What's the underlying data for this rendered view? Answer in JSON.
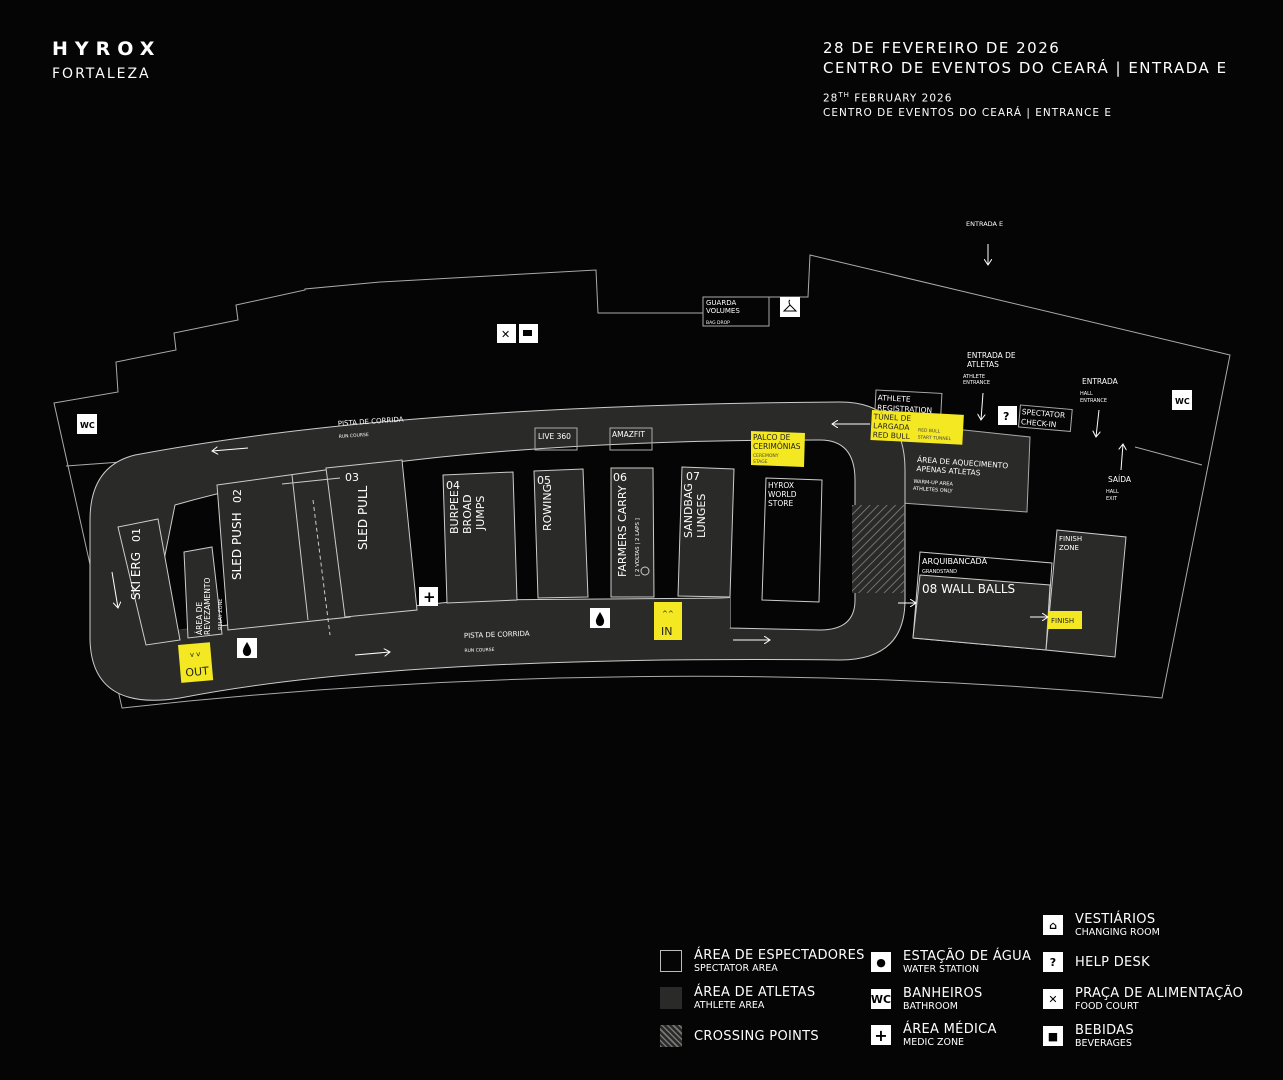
{
  "header": {
    "brand": "HYROX",
    "city": "FORTALEZA",
    "date_pt": "28 DE FEVEREIRO DE 2026",
    "venue_pt": "CENTRO DE EVENTOS DO CEARÁ | ENTRADA E",
    "date_en_day": "28",
    "date_en_suffix": "TH",
    "date_en_rest": " FEBRUARY 2026",
    "venue_en": "CENTRO DE EVENTOS DO CEARÁ | ENTRANCE E"
  },
  "map": {
    "entrada_e": "ENTRADA E",
    "bag_drop": {
      "pt1": "GUARDA",
      "pt2": "VOLUMES",
      "en": "BAG DROP"
    },
    "athlete_entrance": {
      "pt1": "ENTRADA DE",
      "pt2": "ATLETAS",
      "en1": "ATHLETE",
      "en2": "ENTRANCE"
    },
    "hall_entrance": {
      "pt": "ENTRADA",
      "en1": "HALL",
      "en2": "ENTRANCE"
    },
    "hall_exit": {
      "pt": "SAÍDA",
      "en1": "HALL",
      "en2": "EXIT"
    },
    "spectator_checkin": {
      "l1": "SPECTATOR",
      "l2": "CHECK-IN"
    },
    "athlete_registration": {
      "l1": "ATHLETE",
      "l2": "REGISTRATION"
    },
    "start_tunnel": {
      "pt1": "TÚNEL DE",
      "pt2": "LARGADA",
      "pt3": "RED BULL",
      "en1": "RED BULL",
      "en2": "START TUNNEL"
    },
    "warmup": {
      "pt1": "ÁREA DE AQUECIMENTO",
      "pt2": "APENAS ATLETAS",
      "en1": "WARM-UP AREA",
      "en2": "ATHLETES ONLY"
    },
    "run_course": {
      "pt": "PISTA DE CORRIDA",
      "en": "RUN COURSE"
    },
    "live360": "LIVE 360",
    "amazfit": "AMAZFIT",
    "ceremony": {
      "pt1": "PALCO DE",
      "pt2": "CERIMÔNIAS",
      "en1": "CEREMONY",
      "en2": "STAGE"
    },
    "store": {
      "l1": "HYROX",
      "l2": "WORLD",
      "l3": "STORE"
    },
    "stations": [
      {
        "num": "01",
        "name": "SKI ERG"
      },
      {
        "num": "02",
        "name": "SLED PUSH"
      },
      {
        "num": "03",
        "name": "SLED PULL"
      },
      {
        "num": "04",
        "name1": "BURPEE",
        "name2": "BROAD",
        "name3": "JUMPS"
      },
      {
        "num": "05",
        "name": "ROWING"
      },
      {
        "num": "06",
        "name": "FARMERS CARRY",
        "note": "[ 2 VOLTAS | 2 LAPS ]"
      },
      {
        "num": "07",
        "name1": "SANDBAG",
        "name2": "LUNGES"
      },
      {
        "num": "08",
        "name": "08 WALL BALLS"
      }
    ],
    "relay": {
      "pt1": "ÁREA DE",
      "pt2": "REVEZAMENTO",
      "en": "RELAY ZONE"
    },
    "grandstand": {
      "pt": "ARQUIBANCADA",
      "en": "GRANDSTAND"
    },
    "finish_zone": {
      "l1": "FINISH",
      "l2": "ZONE"
    },
    "finish": "FINISH",
    "in": "IN",
    "out": "OUT",
    "chev": "^^",
    "chev_down": "v v",
    "wc": "WC",
    "help": "?",
    "medic": "+"
  },
  "legend": [
    {
      "pt": "ÁREA DE ESPECTADORES",
      "en": "SPECTATOR AREA"
    },
    {
      "pt": "ÁREA DE ATLETAS",
      "en": "ATHLETE AREA"
    },
    {
      "pt": "CROSSING POINTS"
    },
    {
      "pt": "ESTAÇÃO DE ÁGUA",
      "en": "WATER STATION"
    },
    {
      "pt": "BANHEIROS",
      "en": "BATHROOM",
      "icon": "WC"
    },
    {
      "pt": "ÁREA MÉDICA",
      "en": "MEDIC ZONE",
      "icon": "+"
    },
    {
      "pt": "VESTIÁRIOS",
      "en": "CHANGING ROOM"
    },
    {
      "pt": "HELP DESK",
      "icon": "?"
    },
    {
      "pt": "PRAÇA DE ALIMENTAÇÃO",
      "en": "FOOD COURT"
    },
    {
      "pt": "BEBIDAS",
      "en": "BEVERAGES"
    }
  ],
  "colors": {
    "accent": "#f4e823",
    "athlete_area": "#2a2a28",
    "background": "#050505"
  }
}
